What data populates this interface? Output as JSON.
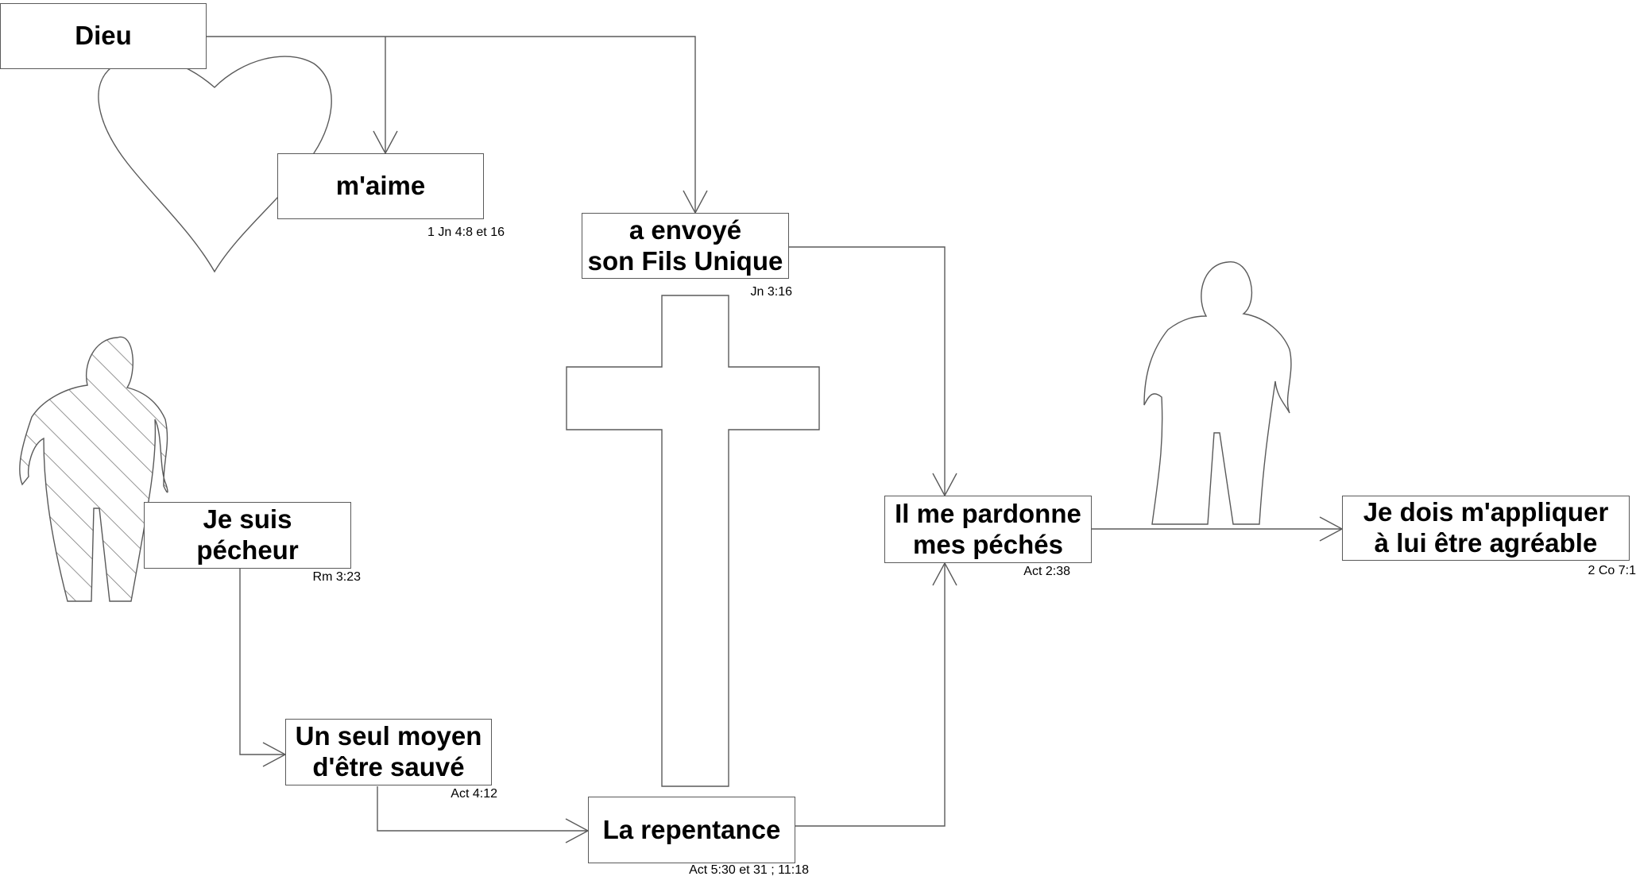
{
  "nodes": {
    "dieu": {
      "label": "Dieu"
    },
    "maime": {
      "label": "m'aime",
      "ref": "1 Jn 4:8 et 16"
    },
    "envoye": {
      "label": "a envoyé\nson Fils Unique",
      "ref": "Jn 3:16"
    },
    "pecheur": {
      "label": "Je suis\npécheur",
      "ref": "Rm 3:23"
    },
    "moyen": {
      "label": "Un seul moyen\nd'être sauvé",
      "ref": "Act 4:12"
    },
    "repentance": {
      "label": "La repentance",
      "ref": "Act 5:30 et 31 ; 11:18"
    },
    "pardonne": {
      "label": "Il me pardonne\nmes péchés",
      "ref": "Act 2:38"
    },
    "agreable": {
      "label": "Je dois m'appliquer\nà lui être agréable",
      "ref": "2 Co 7:1"
    }
  },
  "icons": [
    "heart-icon",
    "cross-icon",
    "sinner-figure-icon",
    "forgiven-figure-icon"
  ],
  "colors": {
    "stroke": "#5a5a5a",
    "hatch": "#7a7a7a",
    "background": "#ffffff",
    "text": "#000000"
  }
}
